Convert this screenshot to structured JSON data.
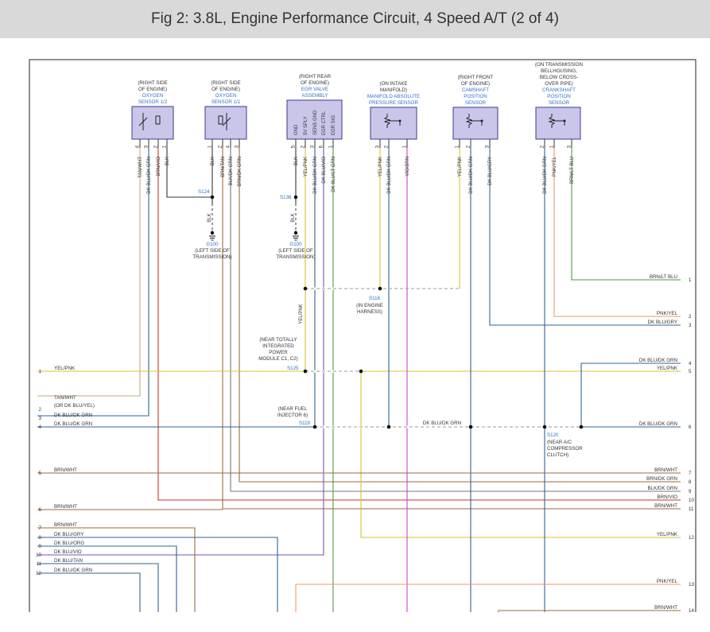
{
  "title": "Fig 2: 3.8L, Engine Performance Circuit, 4 Speed A/T (2 of 4)",
  "colors": {
    "tan": "#c8aa7a",
    "dkblu": "#2f6395",
    "brn": "#9a6b3a",
    "red": "#c0352b",
    "blk": "#333333",
    "yel": "#d7c232",
    "vio": "#7b52b8",
    "magenta": "#cc44cc",
    "orange": "#ee9a63",
    "green": "#4e9a45",
    "ltblu": "#6fa6cc",
    "gray": "#777777",
    "box_fill": "#c9c6ea",
    "box_stroke": "#3b3b8f",
    "label_blue": "#2e72c9"
  },
  "components": [
    {
      "id": "o2-12",
      "header": [
        "(RIGHT SIDE",
        "OF ENGINE)"
      ],
      "name": [
        "OXYGEN",
        "SENSOR 1/2"
      ],
      "pins": [
        {
          "num": "4",
          "wire": "TAN/WHT"
        },
        {
          "num": "3",
          "wire": "DK BLU/DK GRN"
        },
        {
          "num": "2",
          "wire": "BRN/VIO"
        },
        {
          "num": "1",
          "wire": "BLK"
        }
      ]
    },
    {
      "id": "o2-11",
      "header": [
        "(RIGHT SIDE",
        "OF ENGINE)"
      ],
      "name": [
        "OXYGEN",
        "SENSOR 1/1"
      ],
      "pins": [
        {
          "num": "1",
          "wire": "BLK"
        },
        {
          "num": "2",
          "wire": "BRN/TAN"
        },
        {
          "num": "4",
          "wire": "BLK/DK GRN"
        },
        {
          "num": "3",
          "wire": "BRN/DK GRN"
        }
      ]
    },
    {
      "id": "egr",
      "header": [
        "(RIGHT REAR",
        "OF ENGINE)"
      ],
      "name": [
        "EGR VALVE",
        "ASSEMBLY"
      ],
      "internal": [
        "GND",
        "5V SPLY",
        "SENS GND",
        "EGR CTRL",
        "EGR SIG"
      ],
      "pins": [
        {
          "num": "5",
          "wire": "BLK"
        },
        {
          "num": "2",
          "wire": "YEL/PNK"
        },
        {
          "num": "3",
          "wire": "DK BLU/DK GRN"
        },
        {
          "num": "6",
          "wire": "DK BLU/VIO"
        },
        {
          "num": "1",
          "wire": "DK BLU/LT GRN"
        }
      ]
    },
    {
      "id": "map",
      "header": [
        "(ON INTAKE",
        "MANIFOLD)"
      ],
      "name": [
        "MANIFOLD ABSOLUTE",
        "PRESSURE SENSOR"
      ],
      "pins": [
        {
          "num": "3",
          "wire": "YEL/PNK"
        },
        {
          "num": "2",
          "wire": "DK BLU/DK GRN"
        },
        {
          "num": "1",
          "wire": "VIO/BRN"
        }
      ]
    },
    {
      "id": "cmp",
      "header": [
        "(RIGHT FRONT",
        "OF ENGINE)"
      ],
      "name": [
        "CAMSHAFT",
        "POSITION",
        "SENSOR"
      ],
      "pins": [
        {
          "num": "1",
          "wire": "YEL/PNK"
        },
        {
          "num": "2",
          "wire": "DK BLU/DK GRN"
        },
        {
          "num": "3",
          "wire": "DK BLU/GRY"
        }
      ]
    },
    {
      "id": "ckp",
      "header": [
        "(ON TRANSMISSION",
        "BELLHOUSING,",
        "BELOW CROSS-",
        "OVER PIPE)"
      ],
      "name": [
        "CRANKSHAFT",
        "POSITION",
        "SENSOR"
      ],
      "pins": [
        {
          "num": "2",
          "wire": "DK BLU/DK GRN"
        },
        {
          "num": "1",
          "wire": "PNK/YEL"
        },
        {
          "num": "3",
          "wire": "BRN/LT BLU"
        }
      ]
    }
  ],
  "splices": [
    {
      "id": "S124",
      "label": "S124"
    },
    {
      "id": "S136",
      "label": "S136"
    },
    {
      "id": "S116",
      "label": "S116",
      "note": [
        "(IN ENGINE",
        "HARNESS)"
      ]
    },
    {
      "id": "S125",
      "label": "S125",
      "note": [
        "(NEAR TOTALLY",
        "INTEGRATED",
        "POWER",
        "MODULE C1, C2)"
      ]
    },
    {
      "id": "S119",
      "label": "S119",
      "note": [
        "(NEAR FUEL",
        "INJECTOR 6)"
      ]
    },
    {
      "id": "S120",
      "label": "S120",
      "note": [
        "(NEAR A/C",
        "COMPRESSOR",
        "CLUTCH)"
      ]
    }
  ],
  "grounds": [
    {
      "id": "G100a",
      "label": "G100",
      "wire": "BLK",
      "note": [
        "(LEFT SIDE OF",
        "TRANSMISSION)"
      ]
    },
    {
      "id": "G100b",
      "label": "G100",
      "wire": "BLK",
      "note": [
        "(LEFT SIDE OF",
        "TRANSMISSION)"
      ]
    }
  ],
  "left_connector": [
    {
      "num": "1",
      "wire": "YEL/PNK"
    },
    {
      "num": "2",
      "wire": [
        "TAN/WHT",
        "(OR DK BLU/YEL)"
      ]
    },
    {
      "num": "3",
      "wire": "DK BLU/DK GRN"
    },
    {
      "num": "4",
      "wire": "DK BLU/DK GRN"
    },
    {
      "num": "5",
      "wire": "BRN/WHT"
    },
    {
      "num": "6",
      "wire": "BRN/WHT"
    },
    {
      "num": "7",
      "wire": "BRN/WHT"
    },
    {
      "num": "8",
      "wire": "DK BLU/GRY"
    },
    {
      "num": "9",
      "wire": "DK BLU/ORG"
    },
    {
      "num": "10",
      "wire": "DK BLU/VIO"
    },
    {
      "num": "11",
      "wire": "DK BLU/TAN"
    },
    {
      "num": "12",
      "wire": "DK BLU/DK GRN"
    }
  ],
  "right_connector": [
    {
      "num": "1",
      "wire": "BRN/LT BLU"
    },
    {
      "num": "2",
      "wire": "PNK/YEL"
    },
    {
      "num": "3",
      "wire": "DK BLU/GRY"
    },
    {
      "num": "4",
      "wire": "DK BLU/DK GRN"
    },
    {
      "num": "5",
      "wire": "YEL/PNK"
    },
    {
      "num": "6",
      "wire": "DK BLU/DK GRN"
    },
    {
      "num": "7",
      "wire": "BRN/WHT"
    },
    {
      "num": "8",
      "wire": "BRN/DK GRN"
    },
    {
      "num": "9",
      "wire": "BLK/DK GRN"
    },
    {
      "num": "10",
      "wire": "BRN/VIO"
    },
    {
      "num": "11",
      "wire": "BRN/WHT"
    },
    {
      "num": "12",
      "wire": "YEL/PNK"
    },
    {
      "num": "13",
      "wire": "PNK/YEL"
    },
    {
      "num": "14",
      "wire": "BRN/WHT"
    }
  ],
  "mid_labels": [
    {
      "id": "s119-s120",
      "text": "DK BLU/DK GRN"
    },
    {
      "id": "s125-drop",
      "text": "YEL/PNK"
    }
  ]
}
